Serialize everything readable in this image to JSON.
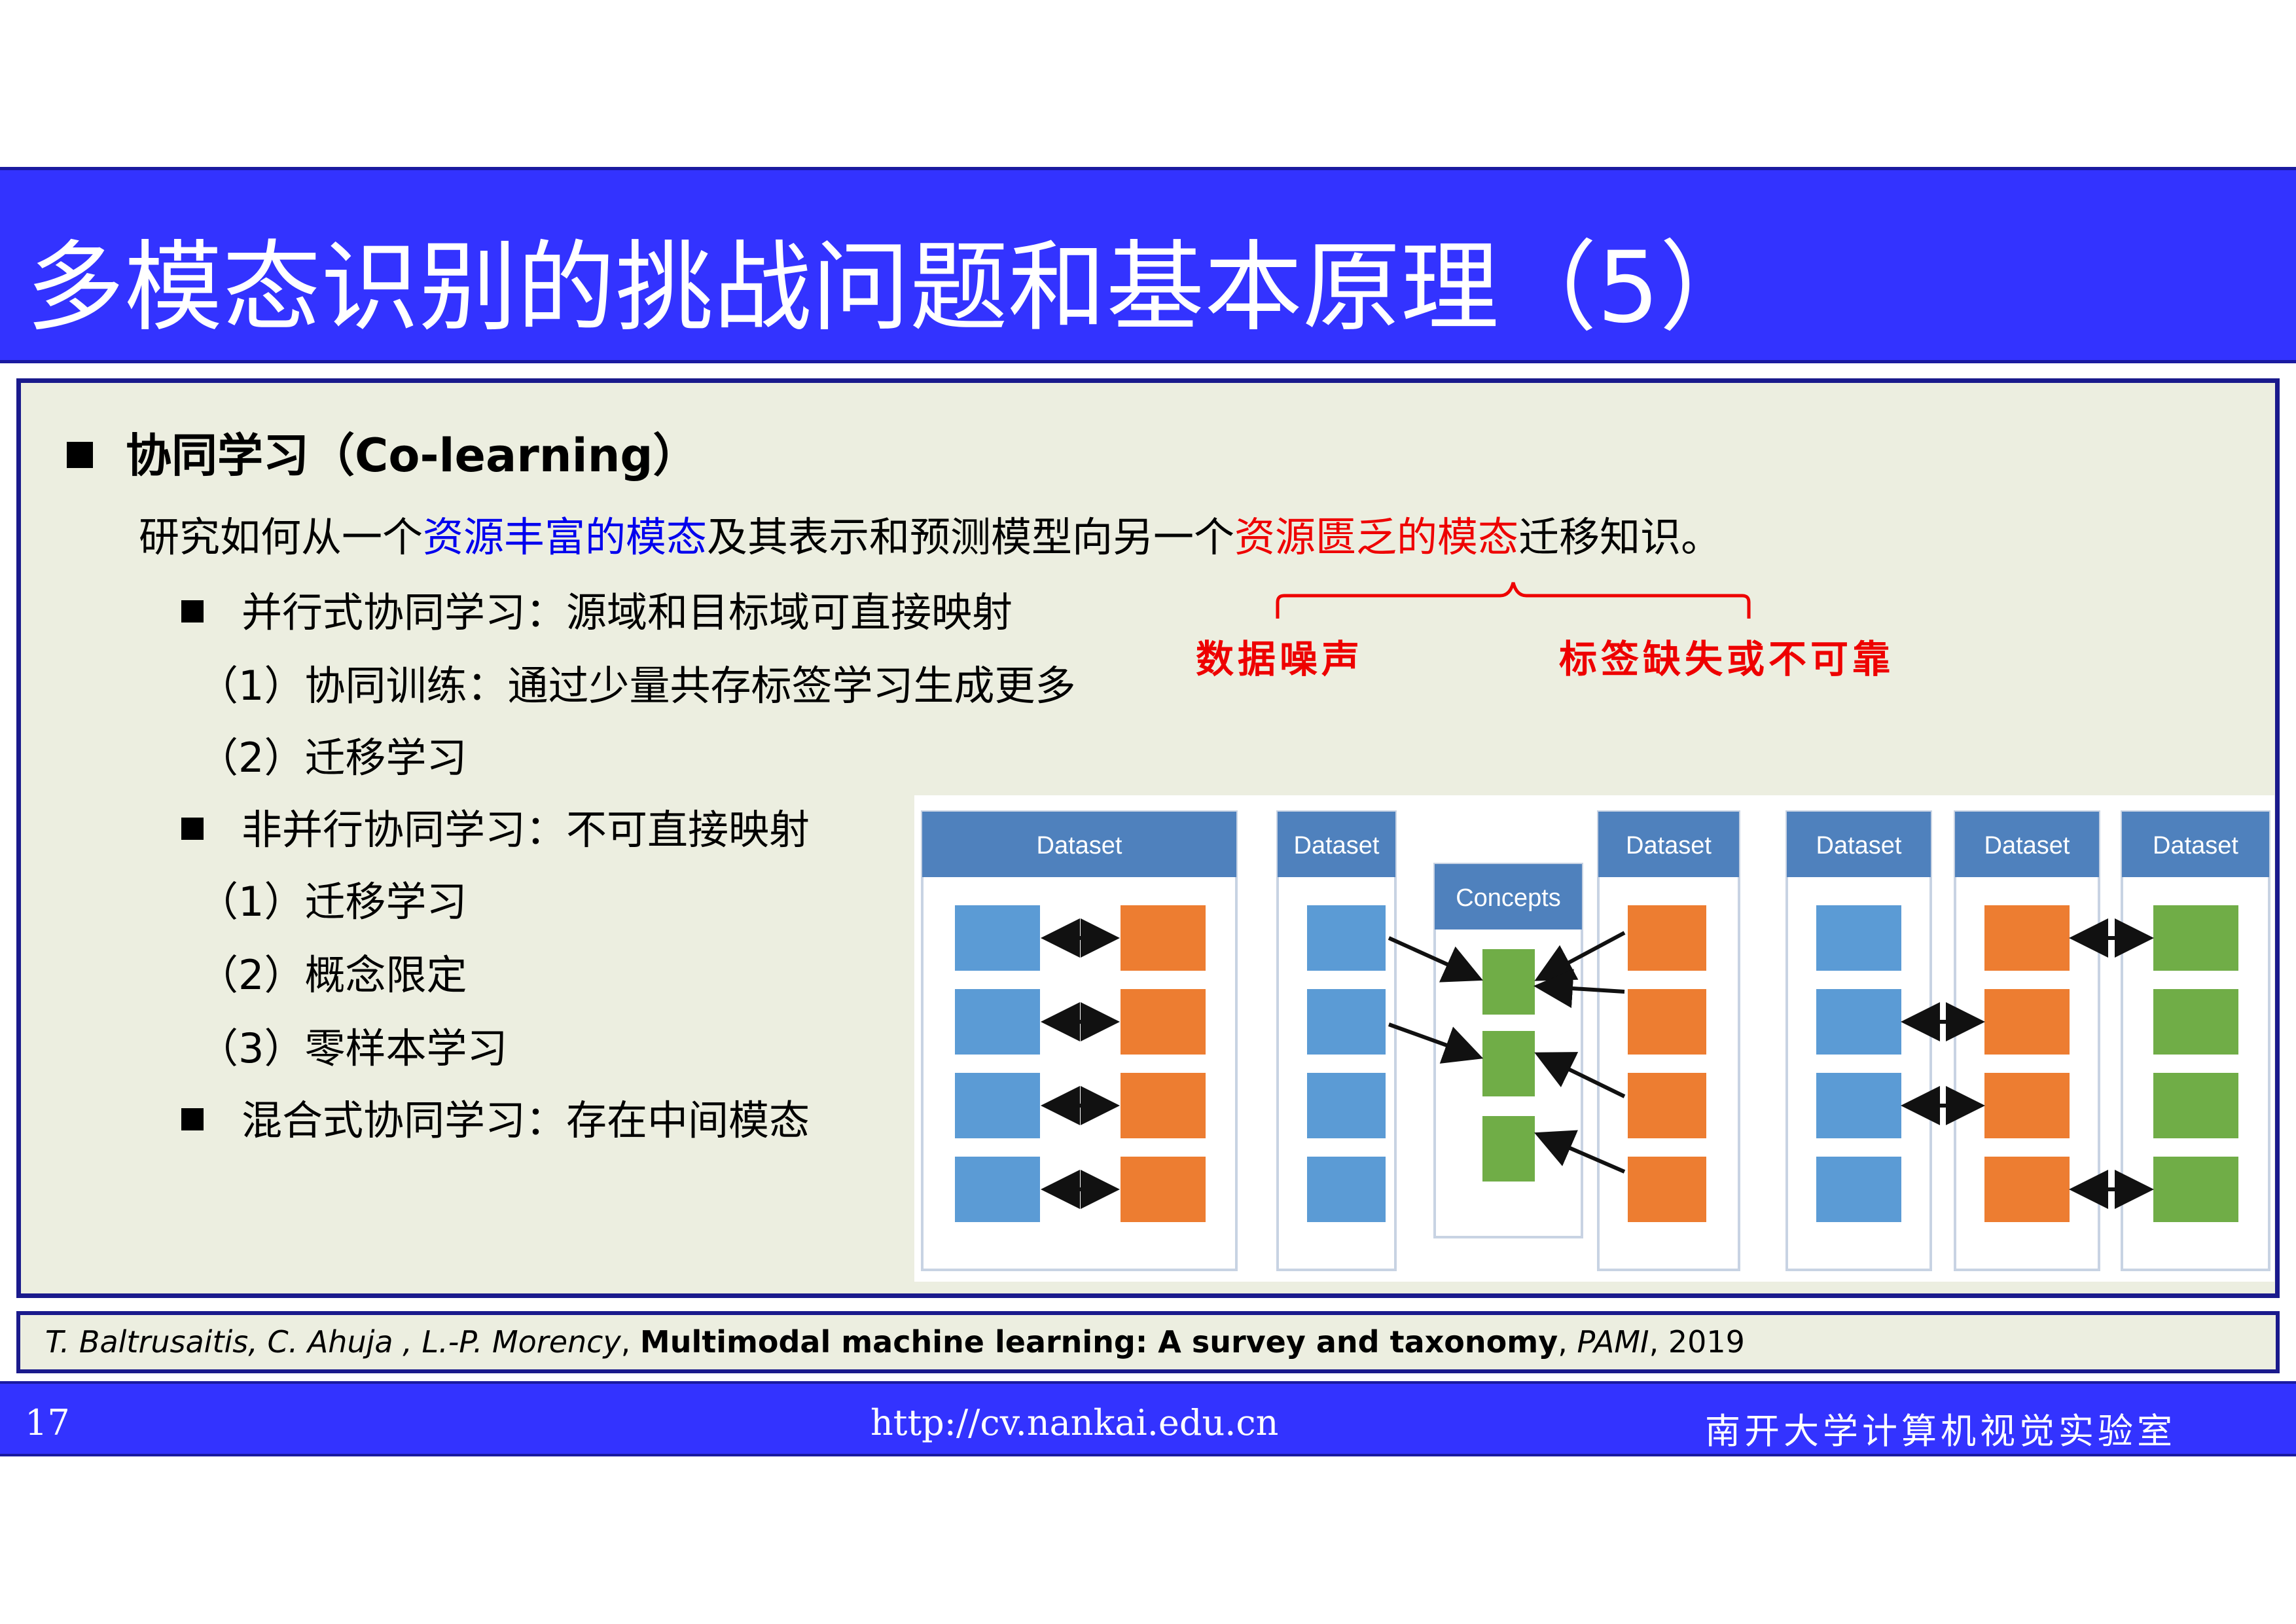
{
  "title": "多模态识别的挑战问题和基本原理（5）",
  "heading": "协同学习（Co-learning）",
  "description": {
    "part1": "研究如何从一个",
    "highlight_blue": "资源丰富的模态",
    "part2": "及其表示和预测模型向另一个",
    "highlight_red": "资源匮乏的模态",
    "part3": "迁移知识。"
  },
  "annotations": {
    "left": "数据噪声",
    "right": "标签缺失或不可靠"
  },
  "items": [
    {
      "text": "并行式协同学习：源域和目标域可直接映射",
      "bullet": true
    },
    {
      "text": "（1）协同训练：通过少量共存标签学习生成更多",
      "bullet": false
    },
    {
      "text": "（2）迁移学习",
      "bullet": false
    },
    {
      "text": "非并行协同学习：不可直接映射",
      "bullet": true
    },
    {
      "text": "（1）迁移学习",
      "bullet": false
    },
    {
      "text": "（2）概念限定",
      "bullet": false
    },
    {
      "text": "（3）零样本学习",
      "bullet": false
    },
    {
      "text": "混合式协同学习：存在中间模态",
      "bullet": true
    }
  ],
  "figure": {
    "dataset_label": "Dataset",
    "concepts_label": "Concepts",
    "colors": {
      "blue": "#5b9bd5",
      "orange": "#ed7d31",
      "green": "#70ad47",
      "header": "#4f81bd"
    }
  },
  "reference": {
    "authors": "T. Baltrusaitis, C. Ahuja , L.-P. Morency",
    "sep1": ", ",
    "title": "Multimodal machine learning: A survey and taxonomy",
    "sep2": ", ",
    "venue": "PAMI",
    "year_sep": ", ",
    "year": "2019"
  },
  "footer": {
    "page": "17",
    "url": "http://cv.nankai.edu.cn",
    "lab": "南开大学计算机视觉实验室"
  },
  "theme": {
    "bar": "#3333ff",
    "panel": "#eceee0",
    "border": "#1a1a8c"
  }
}
